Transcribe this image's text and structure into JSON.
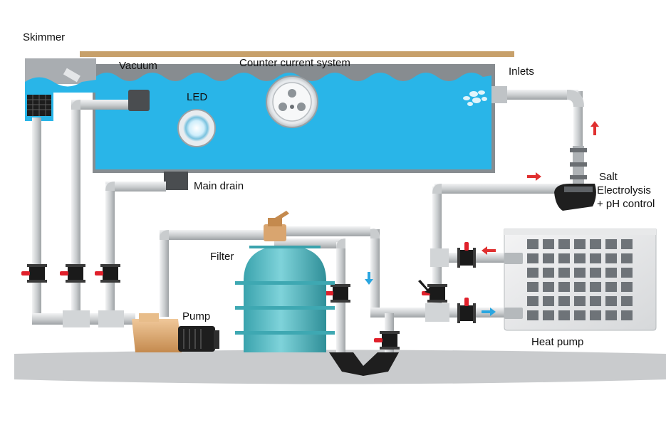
{
  "labels": {
    "skimmer": "Skimmer",
    "vacuum": "Vacuum",
    "counter_current": "Counter current system",
    "inlets": "Inlets",
    "led": "LED",
    "main_drain": "Main drain",
    "salt_line1": "Salt",
    "salt_line2": "Electrolysis",
    "salt_line3": "+ pH control",
    "filter": "Filter",
    "pump": "Pump",
    "heat_pump": "Heat pump"
  },
  "colors": {
    "water": "#29b5e8",
    "water_light": "#6fd3f5",
    "pipe": "#d9dcde",
    "pipe_shade": "#aeb2b5",
    "valve_body": "#1a1a1a",
    "valve_handle": "#e0202b",
    "filter_tank": "#4fb8c0",
    "pump_body": "#d9a56f",
    "motor": "#1e1e1e",
    "ground": "#c9cbcd",
    "deck": "#c7a06a",
    "flow_red": "#e03030",
    "flow_blue": "#2aa6e0"
  },
  "icons": {
    "valve": "ball-valve-icon",
    "flow_arrow": "arrow-icon"
  }
}
